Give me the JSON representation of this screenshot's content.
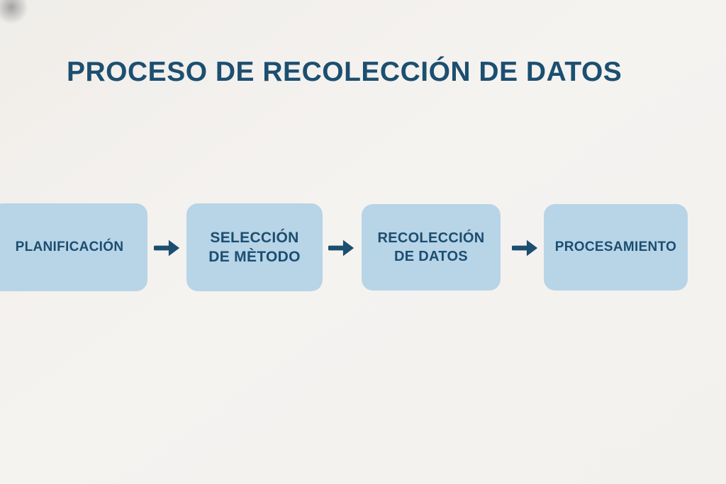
{
  "title": "PROCESO DE RECOLECCIÓN DE DATOS",
  "colors": {
    "background": "#f3f1ee",
    "box_fill": "#b8d4e7",
    "text": "#1b4e70",
    "arrow": "#1b4e70"
  },
  "flow": {
    "steps": [
      {
        "label": "PLANIFICACIÓN"
      },
      {
        "label": "SELECCIÓN DE MÈTODO"
      },
      {
        "label": "RECOLECCIÓN DE DATOS"
      },
      {
        "label": "PROCESAMIENTO"
      }
    ],
    "arrow_icon": "right-arrow"
  }
}
